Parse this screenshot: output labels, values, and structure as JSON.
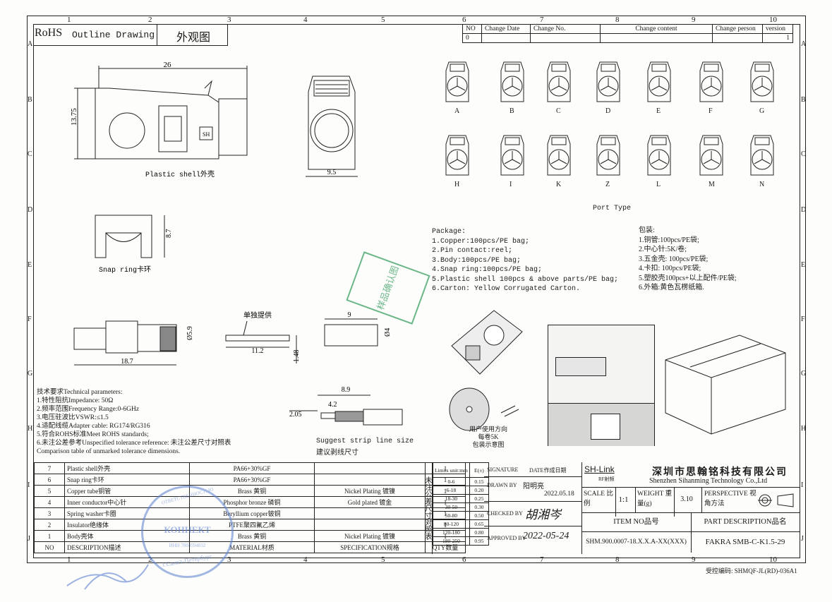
{
  "zones_top": [
    "1",
    "2",
    "3",
    "4",
    "5",
    "6",
    "7",
    "8",
    "9",
    "10"
  ],
  "zones_side": [
    "A",
    "B",
    "C",
    "D",
    "E",
    "F",
    "G",
    "H",
    "I",
    "J"
  ],
  "header": {
    "rohs": "RoHS",
    "title": "Outline Drawing",
    "title_cn": "外观图"
  },
  "change_table": {
    "headers": [
      "NO",
      "Change Date",
      "Change No.",
      "Change content",
      "Change person",
      "version"
    ],
    "row": [
      "0",
      "",
      "",
      "",
      "",
      "1"
    ]
  },
  "dims": {
    "len26": "26",
    "h1375": "13.75",
    "shell_label": "Plastic shell外壳",
    "w95": "9.5",
    "h87": "8.7",
    "snap_label": "Snap ring卡环",
    "dia59": "Ø5.9",
    "len187": "18.7",
    "separate": "单独提供",
    "len112": "11.2",
    "h148": "1.48",
    "len9": "9",
    "dia4": "Ø4",
    "len89": "8.9",
    "len42": "4.2",
    "len205": "2.05",
    "strip_en": "Suggest strip line size",
    "strip_cn": "建议剥线尺寸",
    "sh_mark": "SH"
  },
  "ports": {
    "row1": [
      "A",
      "B",
      "C",
      "D",
      "E",
      "F",
      "G"
    ],
    "row2": [
      "H",
      "I",
      "K",
      "Z",
      "L",
      "M",
      "N"
    ],
    "title": "Port Type"
  },
  "package_en": [
    "Package:",
    "1.Copper:100pcs/PE bag;",
    "2.Pin contact:reel;",
    "3.Body:100pcs/PE bag;",
    "4.Snap ring:100pcs/PE bag;",
    "5.Plastic shell 100pcs & above parts/PE bag;",
    "6.Carton: Yellow Corrugated Carton."
  ],
  "package_cn": [
    "包装:",
    "1.铜管:100pcs/PE袋;",
    "2.中心针:5K/卷;",
    "3.五金壳: 100pcs/PE袋;",
    "4.卡扣: 100pcs/PE袋;",
    "5.塑胶壳100pcs+以上配件/PE袋;",
    "6.外箱:黄色瓦楞纸箱."
  ],
  "reel_labels": [
    "用户使用方向",
    "每卷5K",
    "包装示意图"
  ],
  "stamp_green": "样品确认图",
  "tech": [
    "技术要求Technical parameters:",
    "1.特性阻抗Impedance: 50Ω",
    "2.频率范围Frequency Range:0-6GHz",
    "3.电压驻波比VSWR:≤1.5",
    "4.适配线缆Adapter cable: RG174/RG316",
    "5.符合ROHS标准Meet ROHS standards;",
    "6.未注公差参考Unspecified tolerance reference: 未注公差尺寸对照表",
    "Comparison table of unmarked tolerance dimensions."
  ],
  "bom": [
    {
      "no": "7",
      "desc": "Plastic shell外壳",
      "mat": "PA66+30%GF",
      "spec": "",
      "qty": "1"
    },
    {
      "no": "6",
      "desc": "Snap ring卡环",
      "mat": "PA66+30%GF",
      "spec": "",
      "qty": "1"
    },
    {
      "no": "5",
      "desc": "Copper tube铜管",
      "mat": "Brass 黄铜",
      "spec": "Nickel Plating 镀镍",
      "qty": "1"
    },
    {
      "no": "4",
      "desc": "Inner conductor中心针",
      "mat": "Phosphor bronze 磷铜",
      "spec": "Gold plated 镀金",
      "qty": "1"
    },
    {
      "no": "3",
      "desc": "Spring washer卡圈",
      "mat": "Beryllium copper铍铜",
      "spec": "",
      "qty": "1"
    },
    {
      "no": "2",
      "desc": "Insulator绝缘体",
      "mat": "PTFE聚四氟乙烯",
      "spec": "",
      "qty": "1"
    },
    {
      "no": "1",
      "desc": "Body壳体",
      "mat": "Brass 黄铜",
      "spec": "Nickel Plating 镀镍",
      "qty": "1"
    }
  ],
  "bom_header": {
    "no": "NO",
    "desc": "DESCRIPTION描述",
    "mat": "MATERIAL材质",
    "spec": "SPECIFICATION规格",
    "qty": "QTY数量"
  },
  "tol_side": "未注公差尺寸对照表",
  "tol_header": [
    "Limits unit:mm",
    "E(±)"
  ],
  "tol_rows": [
    [
      "0-6",
      "0.15"
    ],
    [
      "6-18",
      "0.20"
    ],
    [
      "18-30",
      "0.25"
    ],
    [
      "30-50",
      "0.30"
    ],
    [
      "50-80",
      "0.50"
    ],
    [
      "80-120",
      "0.65"
    ],
    [
      "120-180",
      "0.80"
    ],
    [
      "180-250",
      "0.95"
    ]
  ],
  "sign": {
    "signature": "SIGNATURE",
    "date_label": "DATE作成日期",
    "drawn": "DRAWN BY",
    "drawn_name": "阳明亮",
    "drawn_date": "2022.05.18",
    "checked": "CHECKED BY",
    "checked_name": "胡湘岑",
    "approved": "APPROVED BY",
    "approved_date": "2022-05-24"
  },
  "company": {
    "logo": "SH-Link",
    "logo_sub": "RF射频",
    "name_cn": "深圳市思翰铭科技有限公司",
    "name_en": "Shenzhen Sihanming Technology Co.,Ltd"
  },
  "specs": {
    "scale_label": "SCALE 比例",
    "scale": "1:1",
    "weight_label": "WEIGHT 重量(g)",
    "weight": "3.10",
    "perspective": "PERSPECTIVE 视角方法",
    "item_label": "ITEM NO品号",
    "item": "SHM.900.0007-18.X.X.A-XX(XXX)",
    "part_label": "PART DESCRIPTION品名",
    "part": "FAKRA SMB-C-K1.5-29"
  },
  "footer": "受控编码: SHMQF-JL(RD)-036A1",
  "stamp_blue": [
    "ОТВЕТСТВЕННОСТЬЮ",
    "КОННЕКТ",
    "ИНН 7804594832",
    "г.Санкт-Петербург"
  ]
}
